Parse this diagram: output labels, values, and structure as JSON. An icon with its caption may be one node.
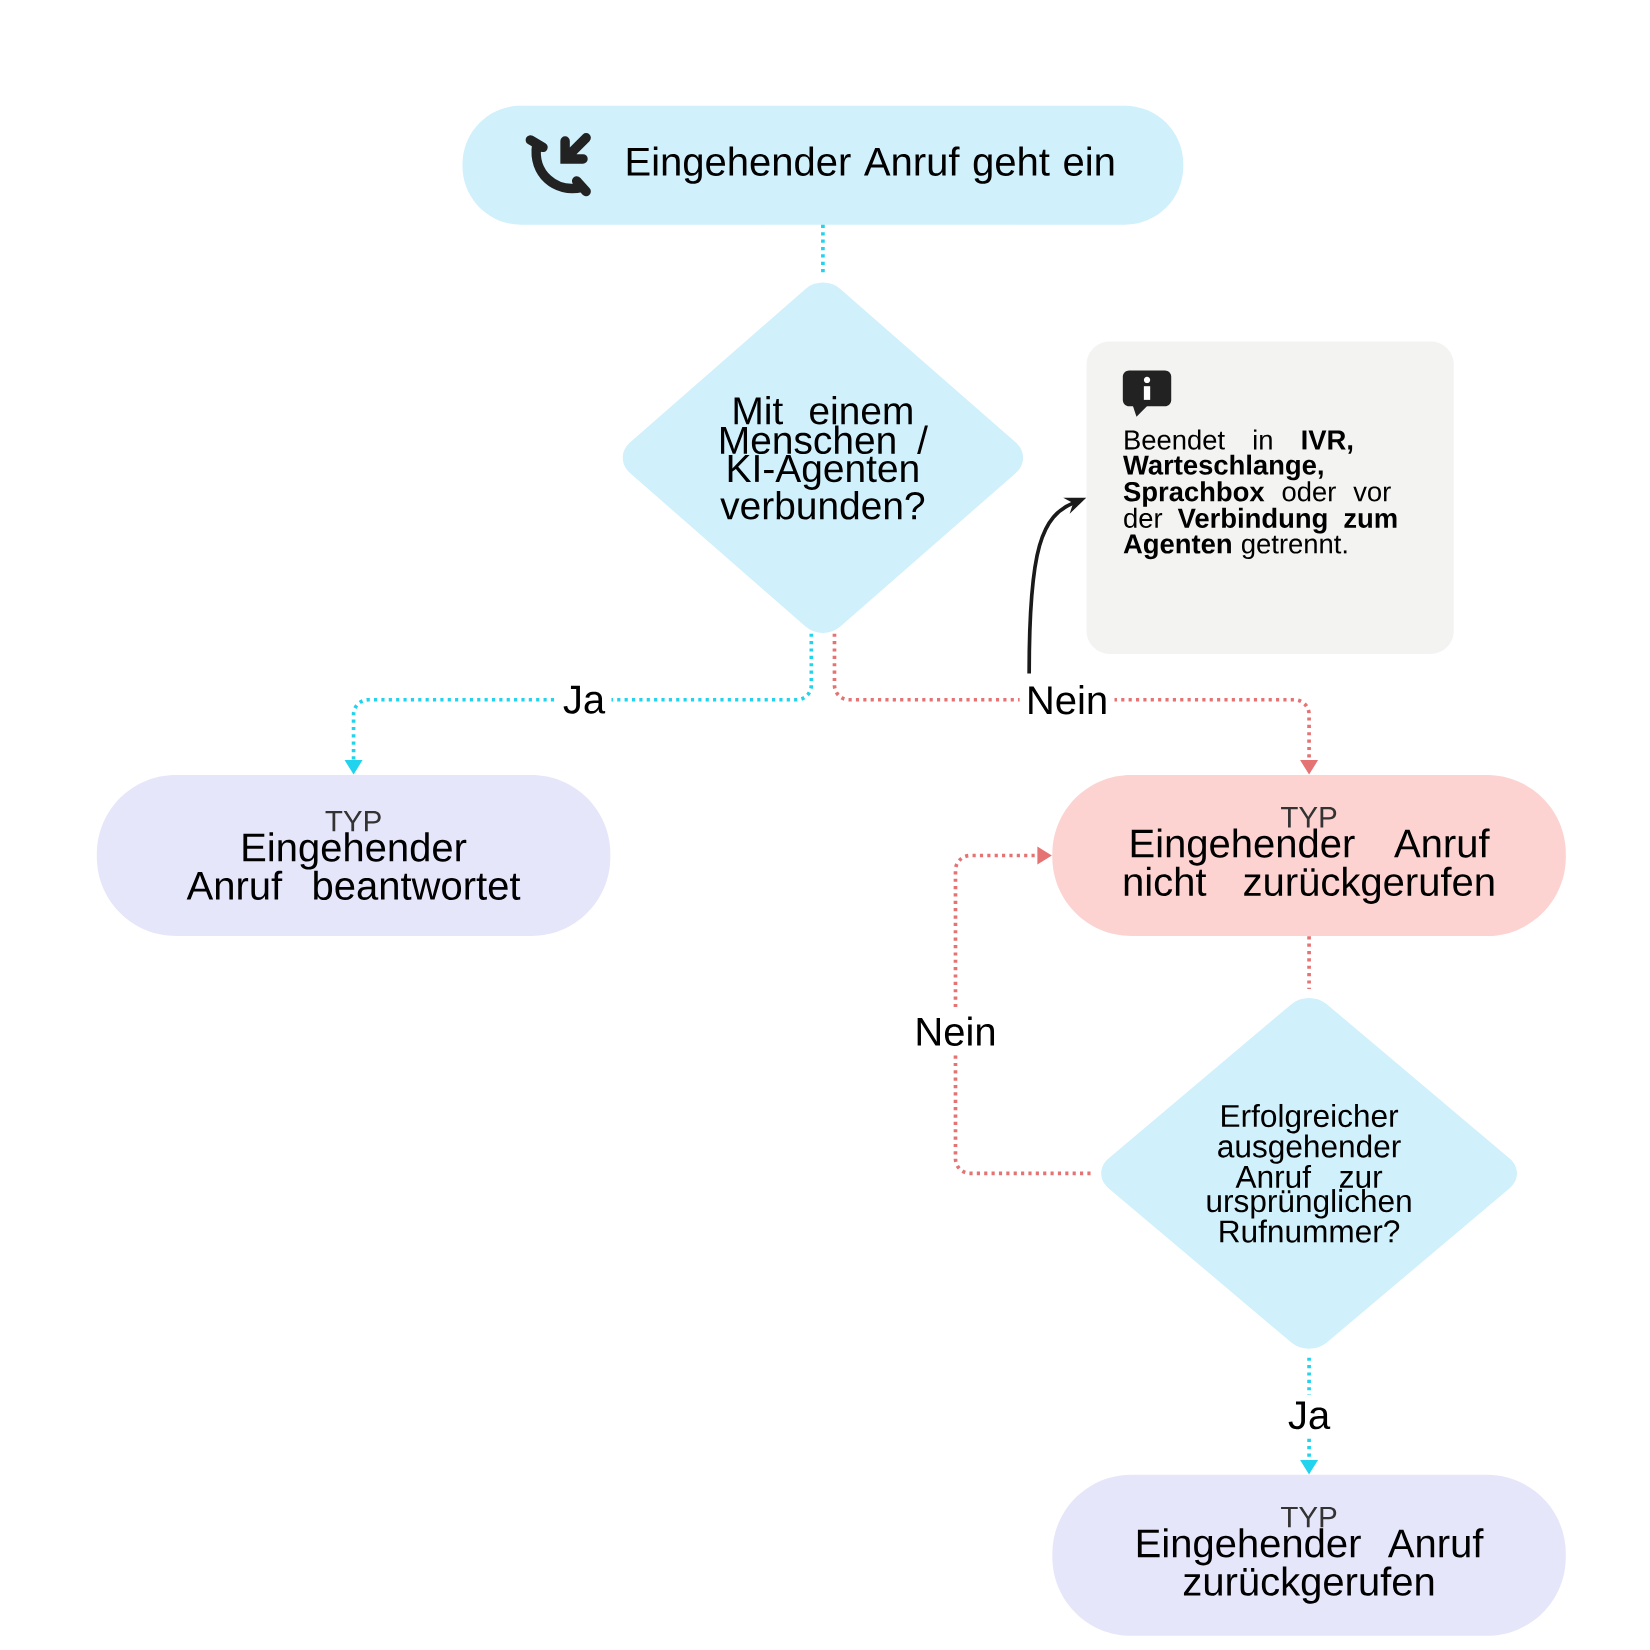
{
  "diagram": {
    "nodes": [
      {
        "text": [
          "Eingehender Anruf geht ein"
        ]
      },
      {
        "text": [
          "Mit einem Menschen / KI-Agenten verbunden?"
        ]
      },
      {
        "text": [
          "Beendet in **IVR, Warteschlange, Sprachbox** oder vor der **Verbindung zum Agenten** getrennt."
        ]
      },
      {
        "text": [
          "TYP",
          "Eingehender Anruf beantwortet"
        ]
      },
      {
        "text": [
          "TYP",
          "Eingehender Anruf nicht zurückgerufen"
        ]
      },
      {
        "text": [
          "Erfolgreicher ausgehender Anruf zur ursprünglichen Rufnummer?"
        ]
      },
      {
        "text": [
          "TYP",
          "Eingehender Anruf zurückgerufen"
        ]
      }
    ],
    "edges": [
      {
        "from": 0,
        "to": 1,
        "arrow": "none",
        "style": "dashed",
        "color": "#22d3ee"
      },
      {
        "from": 1,
        "to": 3,
        "arrow": "to",
        "label": "Ja",
        "style": "dashed",
        "color": "#22d3ee"
      },
      {
        "from": 1,
        "to": 4,
        "arrow": "to",
        "label": "Nein",
        "style": "dashed",
        "color": "#e57373"
      },
      {
        "from": null,
        "to": 2,
        "arrow": "to",
        "color": "#1a1a1a"
      },
      {
        "from": 4,
        "to": 5,
        "arrow": "none",
        "style": "dashed",
        "color": "#e57373"
      },
      {
        "from": 5,
        "to": 4,
        "arrow": "to",
        "label": "Nein",
        "style": "dashed",
        "color": "#e57373"
      },
      {
        "from": 5,
        "to": 6,
        "arrow": "to",
        "label": "Ja",
        "style": "dashed",
        "color": "#22d3ee"
      }
    ]
  }
}
